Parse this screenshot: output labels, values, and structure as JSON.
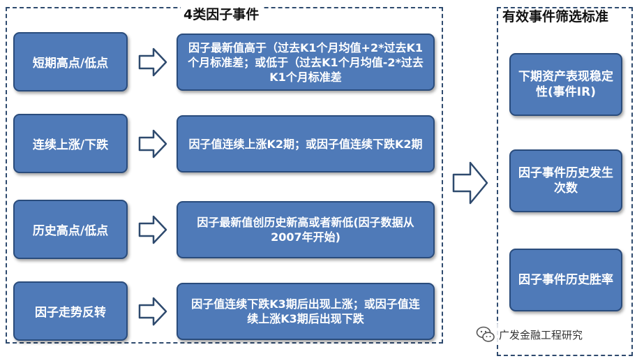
{
  "diagram": {
    "left_title": "4类因子事件",
    "right_title": "有效事件筛选标准",
    "rows": [
      {
        "category": "短期高点/低点",
        "description": "因子最新值高于（过去K1个月均值+2*过去K1个月标准差；或低于（过去K1个月均值-2*过去K1个月标准差"
      },
      {
        "category": "连续上涨/下跌",
        "description": "因子值连续上涨K2期；或因子值连续下跌K2期"
      },
      {
        "category": "历史高点/低点",
        "description": "因子最新值创历史新高或者新低(因子数据从2007年开始)"
      },
      {
        "category": "因子走势反转",
        "description": "因子值连续下跌K3期后出现上涨；或因子值连续上涨K3期后出现下跌"
      }
    ],
    "criteria": [
      "下期资产表现稳定性(事件IR)",
      "因子事件历史发生次数",
      "因子事件历史胜率"
    ],
    "watermark": "广发金融工程研究",
    "colors": {
      "box_fill": "#4f7ab8",
      "box_border": "#2a4c7c",
      "panel_border": "#2e4a6e",
      "arrow_stroke": "#2e4a6e"
    },
    "icons": {
      "arrow": "hollow-right-arrow",
      "watermark": "wechat-icon"
    }
  }
}
